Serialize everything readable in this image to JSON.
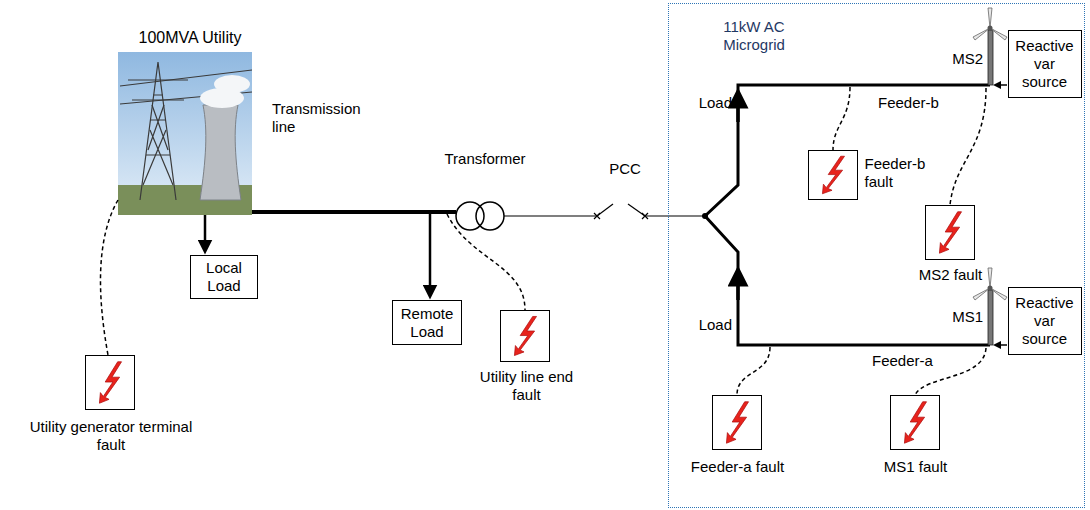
{
  "diagram": {
    "nodes": [
      {
        "text": [
          "Local Load"
        ]
      },
      {
        "text": [
          "Utility generator terminal fault"
        ]
      },
      {
        "text": [
          "Remote Load"
        ]
      },
      {
        "text": [
          "Utility line end fault"
        ]
      },
      {
        "text": [
          "11kW AC Microgrid"
        ]
      },
      {
        "text": [
          "Reactive var source"
        ],
        "in": 4
      },
      {
        "text": [
          "Feeder-b fault"
        ],
        "in": 4
      },
      {
        "text": [
          "MS2 fault"
        ],
        "in": 4
      },
      {
        "text": [
          "Reactive var source"
        ],
        "in": 4
      },
      {
        "text": [
          "Feeder-a fault"
        ],
        "in": 4
      },
      {
        "text": [
          "MS1 fault"
        ],
        "in": 4
      }
    ],
    "labels": [
      "100MVA Utility",
      "Transmission line",
      "Transformer",
      "PCC",
      "MS2",
      "MS1",
      "Load",
      "Load",
      "Feeder-b",
      "Feeder-a"
    ]
  }
}
